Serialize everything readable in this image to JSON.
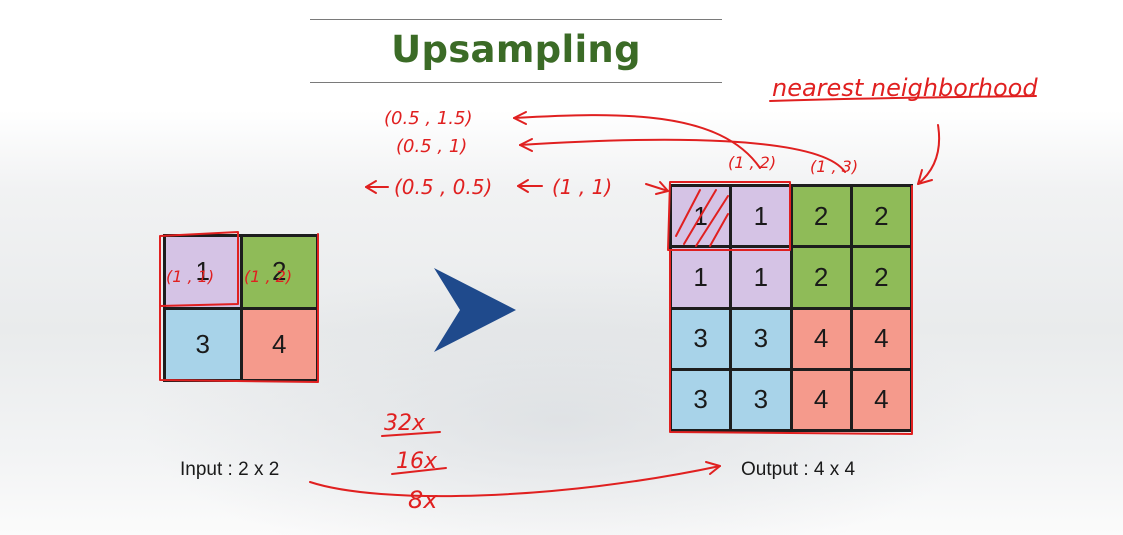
{
  "title": "Upsampling",
  "input": {
    "label": "Input : 2 x 2",
    "cells": [
      "1",
      "2",
      "3",
      "4"
    ],
    "colors": [
      "#d5c3e5",
      "#8fbb58",
      "#a8d3e9",
      "#f59a8c"
    ]
  },
  "output": {
    "label": "Output : 4 x 4",
    "cells": [
      "1",
      "1",
      "2",
      "2",
      "1",
      "1",
      "2",
      "2",
      "3",
      "3",
      "4",
      "4",
      "3",
      "3",
      "4",
      "4"
    ]
  },
  "arrow_icon": "chevron-right-icon",
  "annotations": {
    "method": "nearest neighborhood",
    "coord_1": "(0.5 , 1.5)",
    "coord_2": "(0.5 , 1)",
    "coord_3": "(0.5 , 0.5)",
    "coord_4": "(1 , 1)",
    "out_coord_a": "(1 , 2)",
    "out_coord_b": "(1 , 3)",
    "in_coord_1": "(1 , 1)",
    "in_coord_2": "(1 , 2)",
    "scale_1": "32x",
    "scale_2": "16x",
    "scale_3": "8x"
  },
  "annotation_color": "#e02020"
}
